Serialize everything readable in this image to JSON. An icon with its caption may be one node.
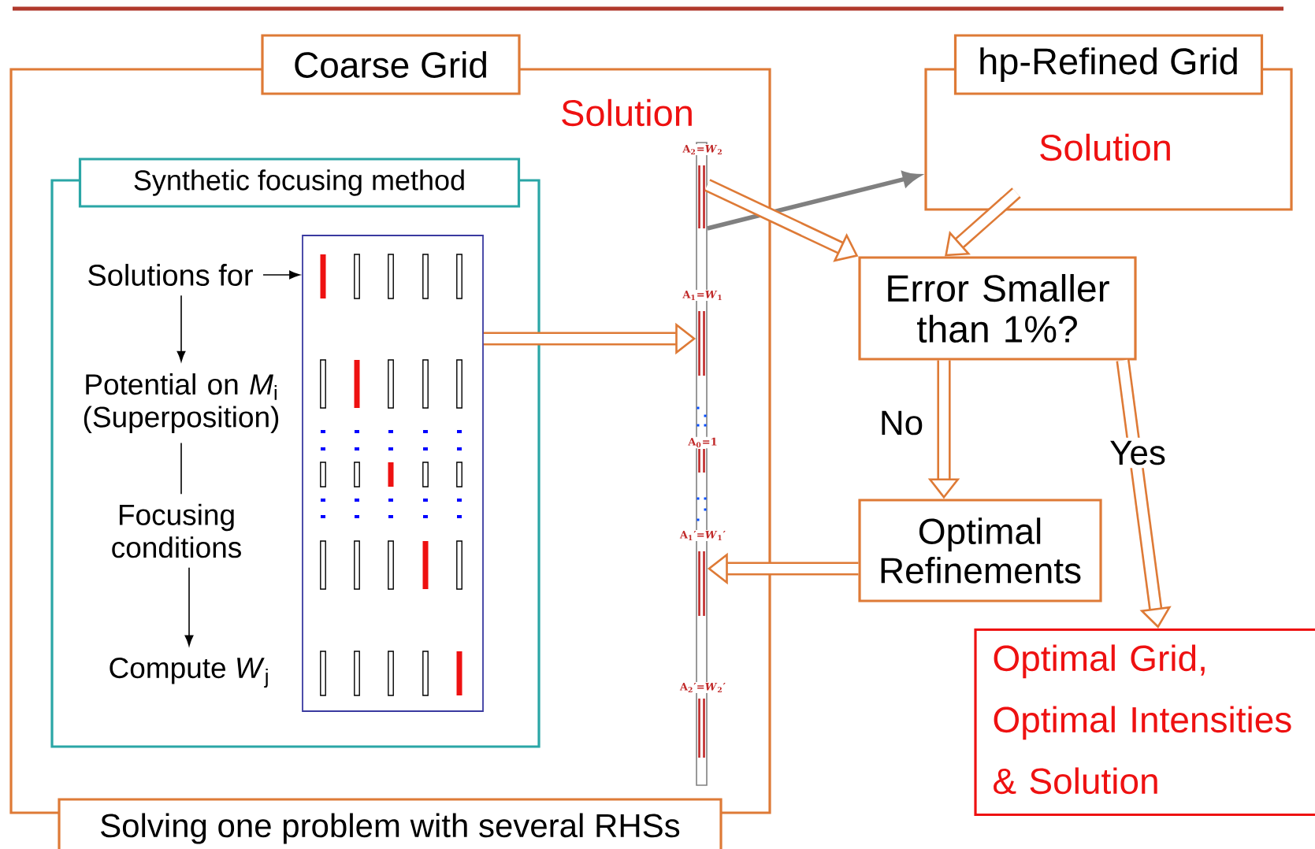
{
  "diagram": {
    "nodes": [
      {
        "text": [
          "Coarse Grid",
          "Solving one problem with several RHSs"
        ]
      },
      {
        "text": [
          "Synthetic focusing method"
        ],
        "in": 0
      },
      {
        "text": [
          "Solutions for"
        ],
        "in": 1
      },
      {
        "text": [
          "Potential on *M*$_{i}$ (Superposition)"
        ],
        "in": 1
      },
      {
        "text": [
          "Focusing conditions"
        ],
        "in": 1
      },
      {
        "text": [
          "Compute *W*$_{j}$"
        ],
        "in": 1
      },
      {
        "text": [],
        "shape": "box",
        "in": 1
      },
      {
        "text": [],
        "shape": "bar",
        "in": 0,
        "beside": [
          "Solution"
        ]
      },
      {
        "text": [
          "hp-Refined Grid",
          "Solution"
        ]
      },
      {
        "text": [
          "Error Smaller than 1%?"
        ]
      },
      {
        "text": [
          "Optimal Refinements"
        ]
      },
      {
        "text": [
          "Optimal Grid, Optimal Intensities & Solution"
        ]
      }
    ],
    "edges": [
      {
        "from": 2,
        "to": 6,
        "arrow": "to",
        "color": "#000000"
      },
      {
        "from": 2,
        "to": 3,
        "arrow": "to",
        "color": "#000000"
      },
      {
        "from": 3,
        "to": 4,
        "arrow": "none",
        "color": "#000000"
      },
      {
        "from": 4,
        "to": 5,
        "arrow": "to",
        "color": "#000000"
      },
      {
        "from": 6,
        "to": 7,
        "arrow": "to"
      },
      {
        "from": 7,
        "to": 8,
        "arrow": "to",
        "color": "#808080"
      },
      {
        "from": 7,
        "to": 9,
        "arrow": "to"
      },
      {
        "from": 8,
        "to": 9,
        "arrow": "to"
      },
      {
        "from": 9,
        "to": 10,
        "arrow": "to",
        "label": "No"
      },
      {
        "from": 10,
        "to": 7,
        "arrow": "to"
      },
      {
        "from": 9,
        "to": 11,
        "arrow": "to",
        "label": "Yes"
      }
    ],
    "labels": [
      "A$_{2}$=*W*$_{2}$",
      "A$_{1}$=*W*$_{1}$",
      "A$_{0}$=1",
      "A$_{1}$′=*W*$_{1}$′",
      "A$_{2}$′=*W*$_{2}$′"
    ]
  }
}
